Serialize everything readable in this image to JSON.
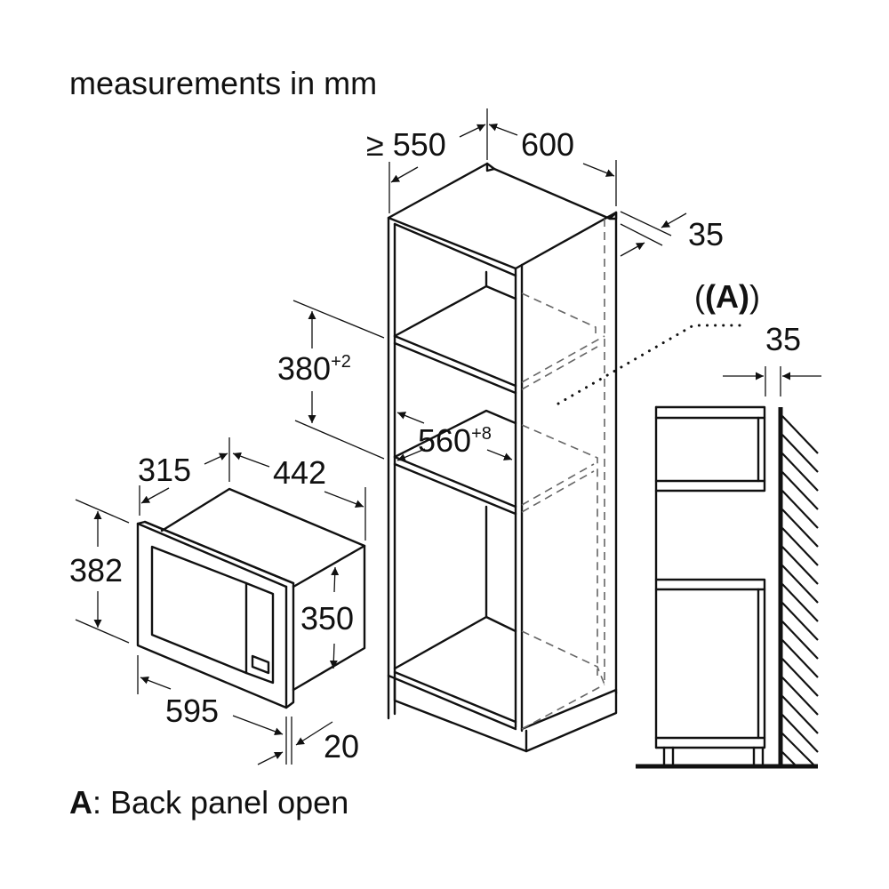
{
  "header": {
    "units_note": "measurements in mm"
  },
  "footer": {
    "legend_key": "A",
    "legend_separator": ": ",
    "legend_text": "Back panel open"
  },
  "cabinet": {
    "depth_label": "≥ 550",
    "width_label": "600",
    "back_gap_label": "35",
    "niche_height_label": "380",
    "niche_height_tolerance": "+2",
    "niche_width_label": "560",
    "niche_width_tolerance": "+8",
    "annotation_label": "(A)"
  },
  "microwave": {
    "depth_label": "315",
    "body_width_label": "442",
    "height_label": "382",
    "body_height_label": "350",
    "frame_width_label": "595",
    "frame_thickness_label": "20"
  },
  "side_view": {
    "back_gap_label": "35"
  }
}
